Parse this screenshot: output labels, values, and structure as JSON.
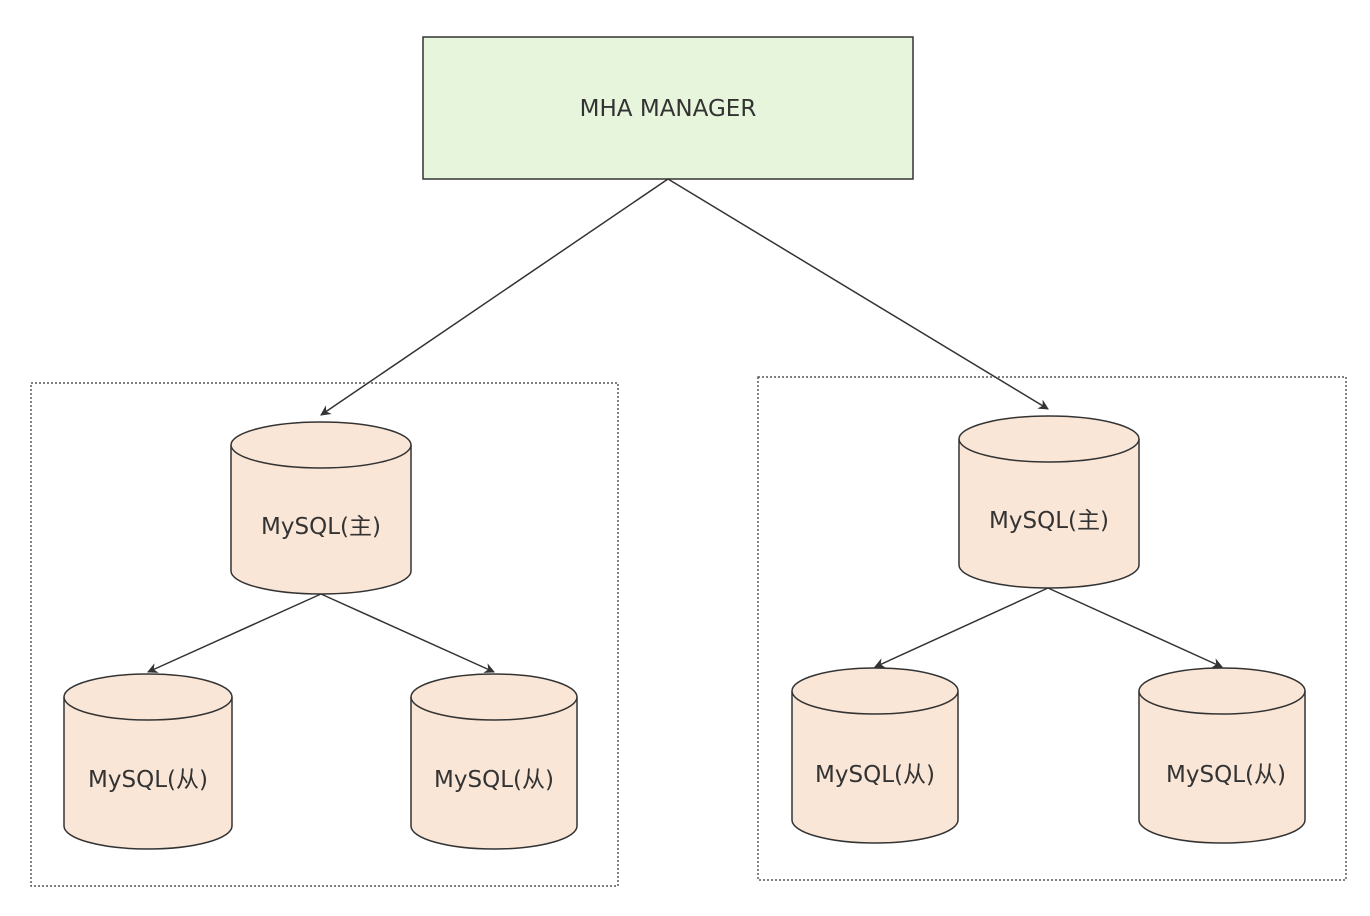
{
  "manager": {
    "label": "MHA MANAGER"
  },
  "groups": [
    {
      "master": {
        "label": "MySQL(主)"
      },
      "slaves": [
        {
          "label": "MySQL(从)"
        },
        {
          "label": "MySQL(从)"
        }
      ]
    },
    {
      "master": {
        "label": "MySQL(主)"
      },
      "slaves": [
        {
          "label": "MySQL(从)"
        },
        {
          "label": "MySQL(从)"
        }
      ]
    }
  ],
  "colors": {
    "manager_fill": "#e6f5db",
    "database_fill": "#fae6d6",
    "stroke": "#333333"
  }
}
